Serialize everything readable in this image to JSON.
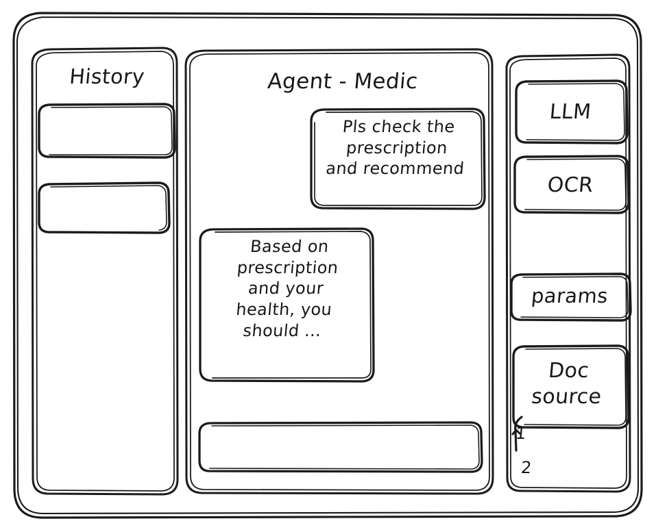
{
  "window": {
    "name": "agent-medic-wireframe",
    "style": "hand-drawn-sketch",
    "stroke_color": "#1b1b1b",
    "background_color": "#ffffff"
  },
  "sidebar_left": {
    "title": "History",
    "items": [
      {
        "label": "",
        "name": "history-item-1"
      },
      {
        "label": "",
        "name": "history-item-2"
      }
    ]
  },
  "main": {
    "title": "Agent - Medic",
    "messages": [
      {
        "role": "user",
        "align": "right",
        "text": "Pls check the\nprescription\nand recommend"
      },
      {
        "role": "agent",
        "align": "left",
        "text": "Based on\nprescription\nand your\nhealth, you\nshould ..."
      }
    ],
    "composer": {
      "value": "",
      "placeholder": ""
    }
  },
  "sidebar_right": {
    "tools": [
      {
        "label": "LLM"
      },
      {
        "label": "OCR"
      },
      {
        "label": "params"
      },
      {
        "label": "Doc\nsource"
      }
    ],
    "doc_sources": [
      {
        "index": "1"
      },
      {
        "index": "2"
      }
    ]
  }
}
